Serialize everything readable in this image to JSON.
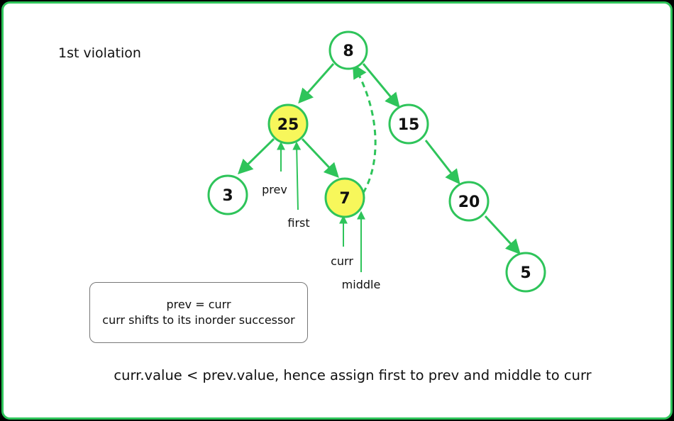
{
  "heading": "1st violation",
  "note": {
    "line1": "prev = curr",
    "line2": "curr shifts to its inorder successor"
  },
  "caption": "curr.value < prev.value, hence assign first to prev and middle to curr",
  "colors": {
    "green": "#2ec45a",
    "highlight": "#f7f75b",
    "text": "#111111"
  },
  "nodes": [
    {
      "id": "n8",
      "label": "8",
      "highlight": false
    },
    {
      "id": "n25",
      "label": "25",
      "highlight": true
    },
    {
      "id": "n15",
      "label": "15",
      "highlight": false
    },
    {
      "id": "n3",
      "label": "3",
      "highlight": false
    },
    {
      "id": "n7",
      "label": "7",
      "highlight": true
    },
    {
      "id": "n20",
      "label": "20",
      "highlight": false
    },
    {
      "id": "n5",
      "label": "5",
      "highlight": false
    }
  ],
  "pointers": {
    "prev": "prev",
    "first": "first",
    "curr": "curr",
    "middle": "middle"
  }
}
